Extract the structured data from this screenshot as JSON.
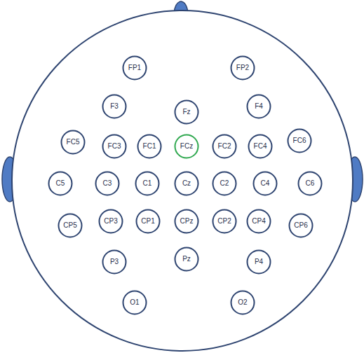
{
  "diagram": {
    "nodes": [
      {
        "text": [
          "FP1"
        ]
      },
      {
        "text": [
          "FP2"
        ]
      },
      {
        "text": [
          "F3"
        ]
      },
      {
        "text": [
          "Fz"
        ]
      },
      {
        "text": [
          "F4"
        ]
      },
      {
        "text": [
          "FC5"
        ]
      },
      {
        "text": [
          "FC3"
        ]
      },
      {
        "text": [
          "FC1"
        ]
      },
      {
        "text": [
          "FCz"
        ]
      },
      {
        "text": [
          "FC2"
        ]
      },
      {
        "text": [
          "FC4"
        ]
      },
      {
        "text": [
          "FC6"
        ]
      },
      {
        "text": [
          "C5"
        ]
      },
      {
        "text": [
          "C3"
        ]
      },
      {
        "text": [
          "C1"
        ]
      },
      {
        "text": [
          "Cz"
        ]
      },
      {
        "text": [
          "C2"
        ]
      },
      {
        "text": [
          "C4"
        ]
      },
      {
        "text": [
          "C6"
        ]
      },
      {
        "text": [
          "CP5"
        ]
      },
      {
        "text": [
          "CP3"
        ]
      },
      {
        "text": [
          "CP1"
        ]
      },
      {
        "text": [
          "CPz"
        ]
      },
      {
        "text": [
          "CP2"
        ]
      },
      {
        "text": [
          "CP4"
        ]
      },
      {
        "text": [
          "CP6"
        ]
      },
      {
        "text": [
          "P3"
        ]
      },
      {
        "text": [
          "Pz"
        ]
      },
      {
        "text": [
          "P4"
        ]
      },
      {
        "text": [
          "O1"
        ]
      },
      {
        "text": [
          "O2"
        ]
      }
    ]
  }
}
